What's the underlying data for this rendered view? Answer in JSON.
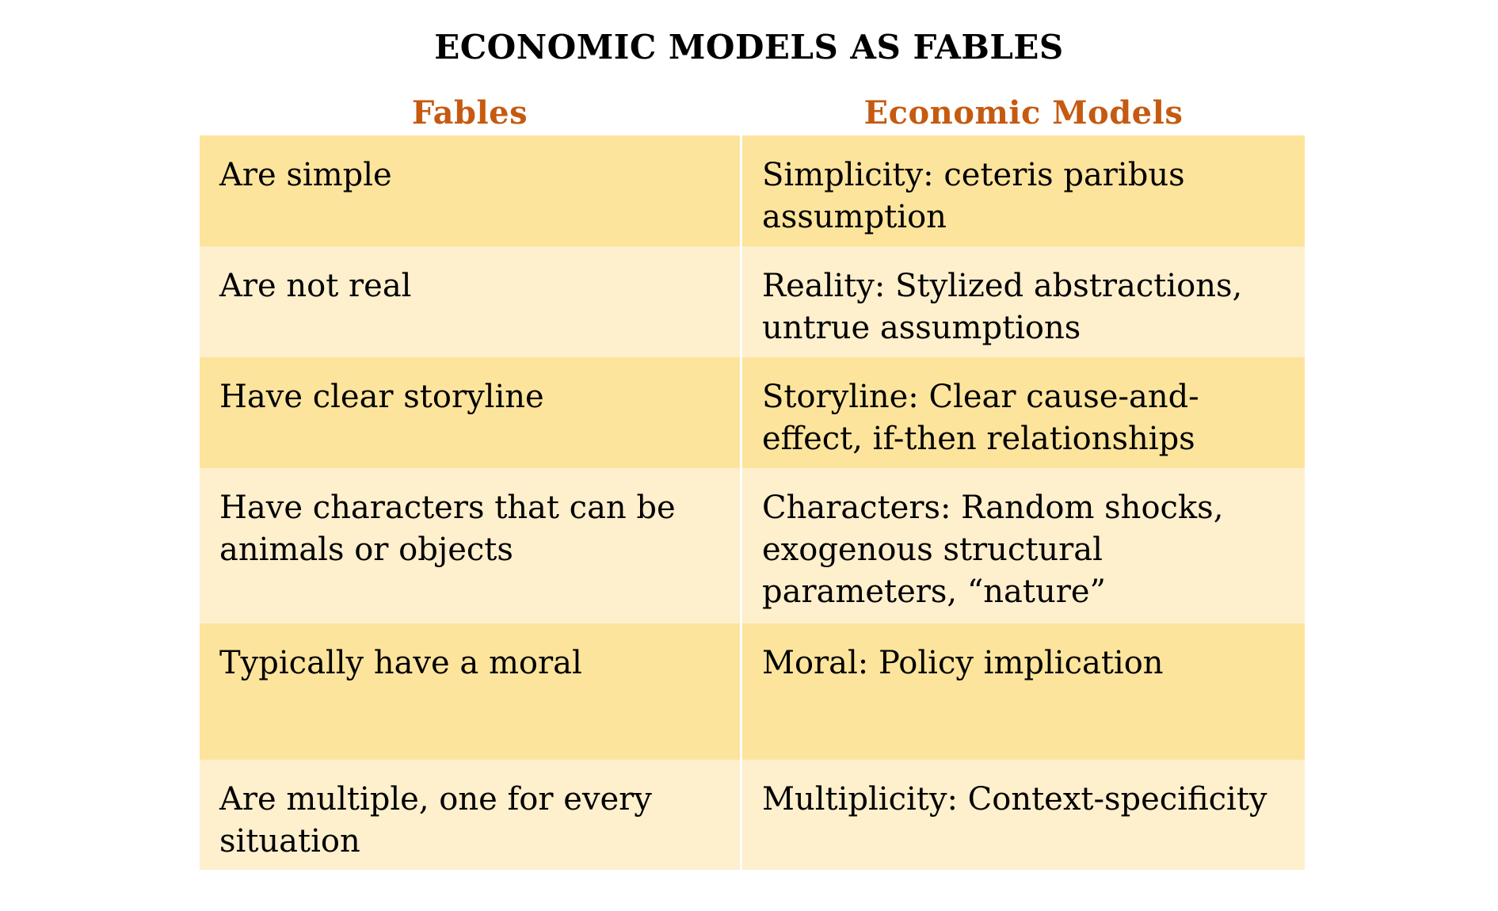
{
  "title": "ECONOMIC MODELS AS FABLES",
  "headers": {
    "fables": "Fables",
    "models": "Economic Models"
  },
  "colors": {
    "header_text": "#c55a11",
    "row_dark": "#fde49c",
    "row_light": "#feefcd",
    "title_text": "#000000"
  },
  "rows": [
    {
      "fable": "Are simple",
      "model": "Simplicity: ceteris paribus assumption"
    },
    {
      "fable": "Are not real",
      "model": "Reality: Stylized abstractions, untrue assumptions"
    },
    {
      "fable": "Have clear storyline",
      "model": "Storyline: Clear cause-and-effect, if-then relationships"
    },
    {
      "fable": "Have characters that can be animals or objects",
      "model": "Characters: Random shocks, exogenous structural parameters, “nature”"
    },
    {
      "fable": "Typically have a moral",
      "model": "Moral: Policy implication"
    },
    {
      "fable": "Are multiple, one for every situation",
      "model": "Multiplicity: Context-specificity"
    }
  ]
}
